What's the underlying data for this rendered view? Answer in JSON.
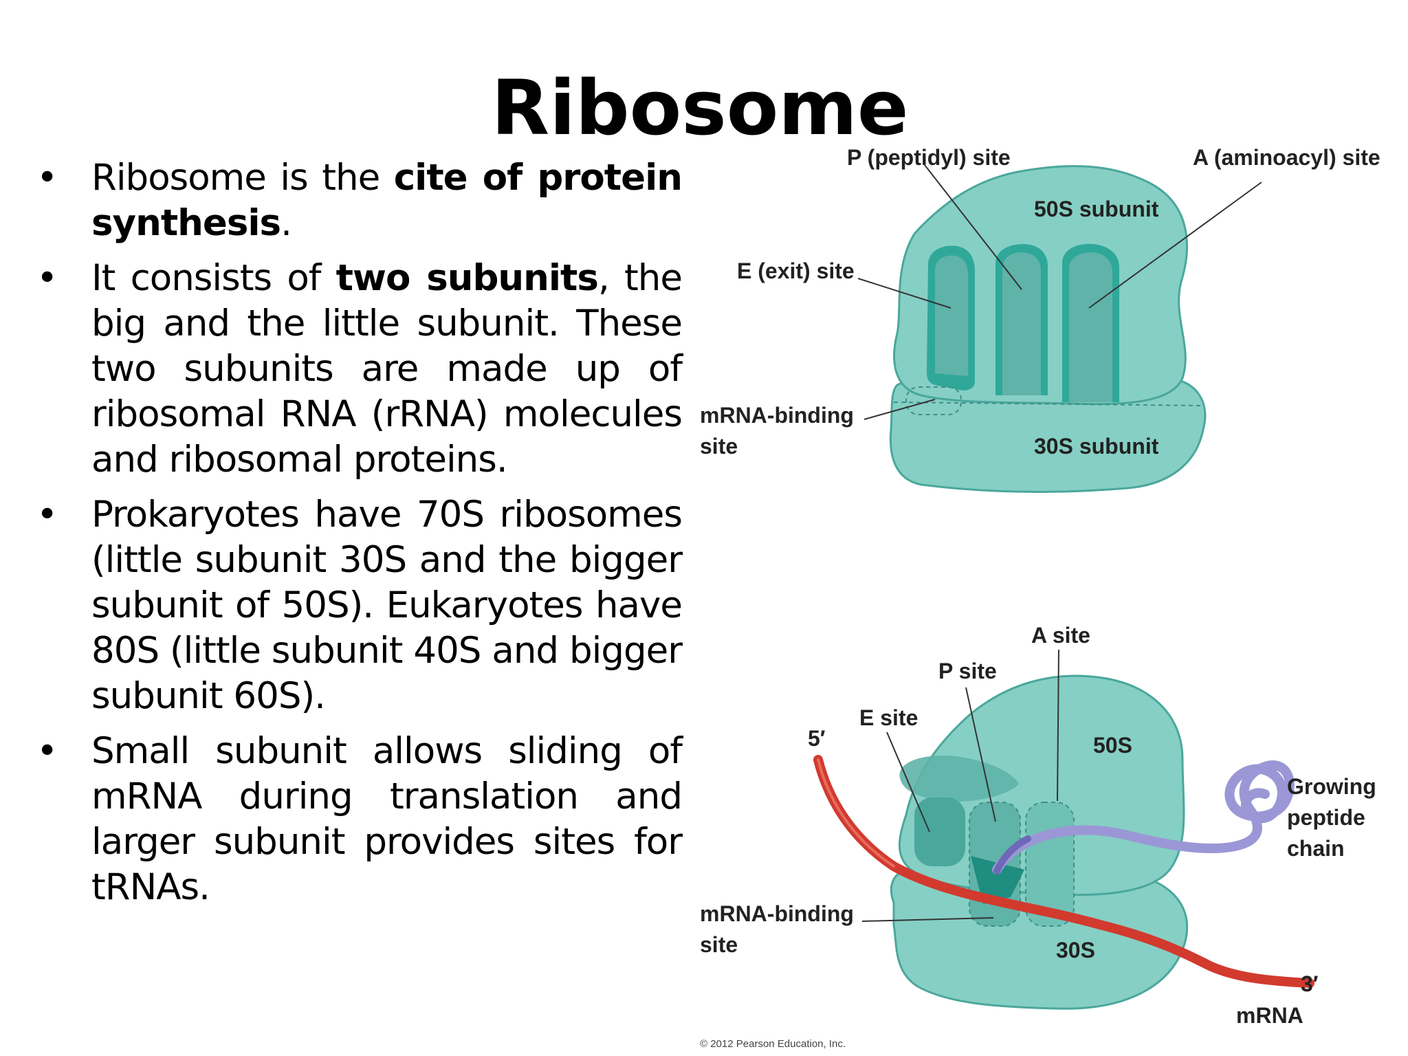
{
  "slide": {
    "title": "Ribosome"
  },
  "bullets": [
    {
      "parts": [
        {
          "text": "Ribosome is the ",
          "bold": false
        },
        {
          "text": "cite of protein synthesis",
          "bold": true
        },
        {
          "text": ".",
          "bold": false
        }
      ]
    },
    {
      "parts": [
        {
          "text": "It consists of ",
          "bold": false
        },
        {
          "text": "two subunits",
          "bold": true
        },
        {
          "text": ", the big and the little subunit. These two subunits are made up of ribosomal RNA (rRNA) molecules and ribosomal proteins.",
          "bold": false
        }
      ]
    },
    {
      "parts": [
        {
          "text": "Prokaryotes have 70S ribosomes (little subunit 30S and the bigger subunit of 50S). Eukaryotes have 80S (little subunit 40S and bigger subunit 60S).",
          "bold": false
        }
      ]
    },
    {
      "parts": [
        {
          "text": "Small subunit allows sliding of mRNA during translation and larger subunit provides sites for tRNAs.",
          "bold": false
        }
      ]
    }
  ],
  "bullet_glyph": "•",
  "figure_top": {
    "p_site": "P (peptidyl) site",
    "a_site": "A (aminoacyl) site",
    "large_subunit": "50S subunit",
    "e_site": "E (exit) site",
    "mrna_binding_1": "mRNA-binding",
    "mrna_binding_2": "site",
    "small_subunit": "30S subunit"
  },
  "figure_bottom": {
    "a_site": "A site",
    "p_site": "P site",
    "e_site": "E site",
    "five_prime": "5′",
    "large_subunit": "50S",
    "growing_1": "Growing",
    "growing_2": "peptide",
    "growing_3": "chain",
    "mrna_binding_1": "mRNA-binding",
    "mrna_binding_2": "site",
    "small_subunit": "30S",
    "three_prime": "3′",
    "mrna": "mRNA"
  },
  "copyright": "© 2012 Pearson Education, Inc.",
  "colors": {
    "ribosome_fill": "#86cfc4",
    "ribosome_dark": "#5fb3a8",
    "ribosome_outline": "#3f9e93",
    "mrna": "#d23a2e",
    "peptide": "#9b97d6",
    "peptide_dark": "#6e68b8"
  }
}
